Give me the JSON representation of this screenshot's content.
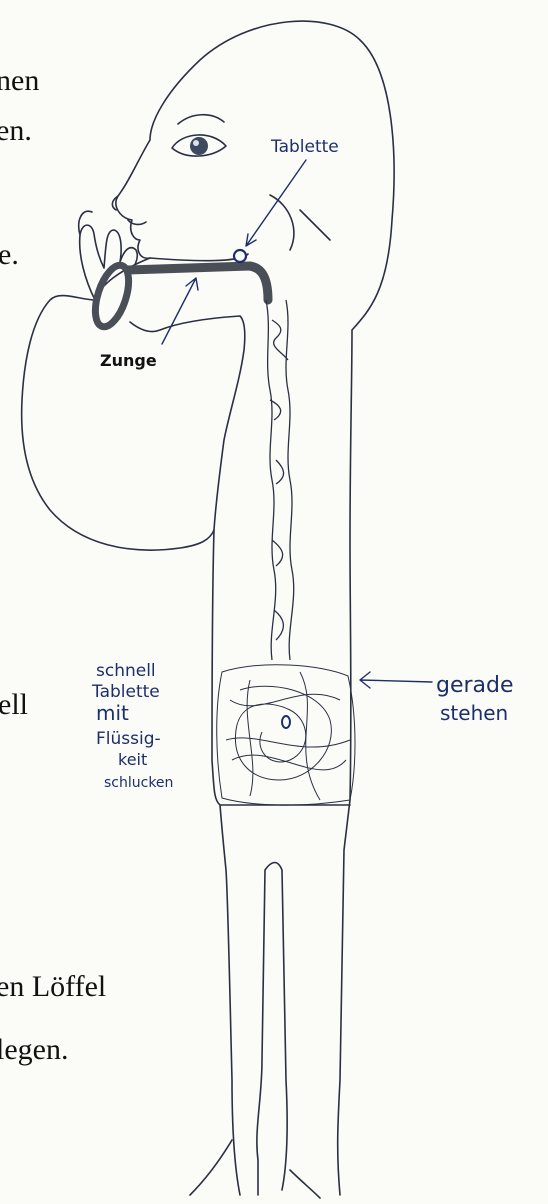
{
  "cut_text": {
    "line1": "nen",
    "line2": "en.",
    "line3": "e.",
    "line4": "ell",
    "line5": "en Löffel",
    "line6": "legen."
  },
  "labels": {
    "tablet": "Tablette",
    "tongue": "Zunge",
    "stand_straight_1": "gerade",
    "stand_straight_2": "stehen",
    "note_1": "schnell",
    "note_2": "Tablette",
    "note_3": "mit",
    "note_4": "Flüssig-",
    "note_5": "keit",
    "note_6": "schlucken"
  },
  "colors": {
    "ink": "#1d2f6b",
    "outline": "#2a3042",
    "tongue": "#4a4e57",
    "text": "#111111"
  }
}
